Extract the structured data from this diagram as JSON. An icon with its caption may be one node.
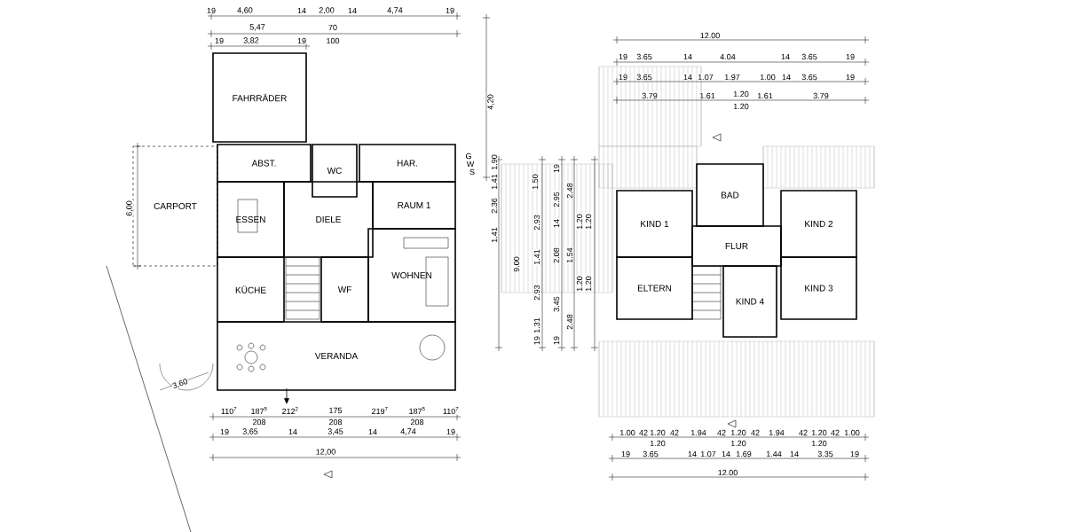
{
  "diagram": {
    "nodes": [
      {
        "text": [
          "FAHRRÄDER"
        ]
      },
      {
        "text": [
          "ABST."
        ]
      },
      {
        "text": [
          "WC"
        ]
      },
      {
        "text": [
          "HAR."
        ]
      },
      {
        "text": [
          "RAUM 1"
        ]
      },
      {
        "text": [
          "DIELE"
        ]
      },
      {
        "text": [
          "ESSEN"
        ]
      },
      {
        "text": [
          "KÜCHE"
        ]
      },
      {
        "text": [
          "WF"
        ]
      },
      {
        "text": [
          "WOHNEN"
        ]
      },
      {
        "text": [
          "VERANDA"
        ]
      },
      {
        "text": [
          "CARPORT"
        ]
      },
      {
        "text": [
          "BAD"
        ]
      },
      {
        "text": [
          "KIND 1"
        ]
      },
      {
        "text": [
          "FLUR"
        ]
      },
      {
        "text": [
          "KIND 2"
        ]
      },
      {
        "text": [
          "ELTERN"
        ]
      },
      {
        "text": [
          "KIND 4"
        ]
      },
      {
        "text": [
          "KIND 3"
        ]
      }
    ],
    "labels": [
      "19",
      "4,60",
      "14",
      "2,00",
      "14",
      "4,74",
      "19",
      "5,47",
      "70",
      "19",
      "3,82",
      "19",
      "100",
      "4,20",
      "G",
      "W",
      "S",
      "6,00",
      "3,60",
      "110$^{7}$",
      "187$^{5}$",
      "212$^{2}$",
      "175",
      "219$^{7}$",
      "187$^{5}$",
      "110$^{7}$",
      "208",
      "208",
      "208",
      "19",
      "3,65",
      "14",
      "3,45",
      "14",
      "4,74",
      "19",
      "12,00",
      "12.00",
      "19",
      "3.65",
      "14",
      "4.04",
      "14",
      "3.65",
      "19",
      "19",
      "3.65",
      "14",
      "1.07",
      "1.97",
      "1.00",
      "14",
      "3.65",
      "19",
      "3.79",
      "1.61",
      "1.20",
      "1.61",
      "3.79",
      "1.20",
      "1.90",
      "1.41",
      "2.36",
      "1.41",
      "9.00",
      "1.50",
      "2.93",
      "1.41",
      "2.93",
      "1.31",
      "19",
      "19",
      "2.95",
      "14",
      "2.08",
      "3.45",
      "19",
      "2.48",
      "1.54",
      "2.48",
      "1.20",
      "1.20",
      "1.20",
      "1.20",
      "1.00",
      "42",
      "1.20",
      "42",
      "1.94",
      "42",
      "1.20",
      "42",
      "1.94",
      "42",
      "1.20",
      "42",
      "1.00",
      "1.20",
      "1.20",
      "1.20",
      "19",
      "3.65",
      "14",
      "1.07",
      "14",
      "1.69",
      "1.44",
      "14",
      "3.35",
      "19",
      "12.00"
    ]
  }
}
